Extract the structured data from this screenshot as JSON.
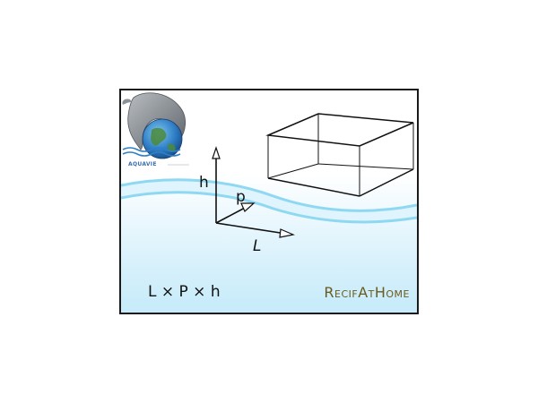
{
  "logo": {
    "brand": "AQUAVIE",
    "icon": "dolphin-globe-logo"
  },
  "axes": {
    "height_label": "h",
    "depth_label": "p",
    "length_label": "L"
  },
  "formula": "L × P × h",
  "site_title": "RecifAtHome",
  "colors": {
    "wave": "#8fd8f2",
    "outline": "#111111",
    "title": "#6b5a1f",
    "brand": "#3a6fb0"
  }
}
